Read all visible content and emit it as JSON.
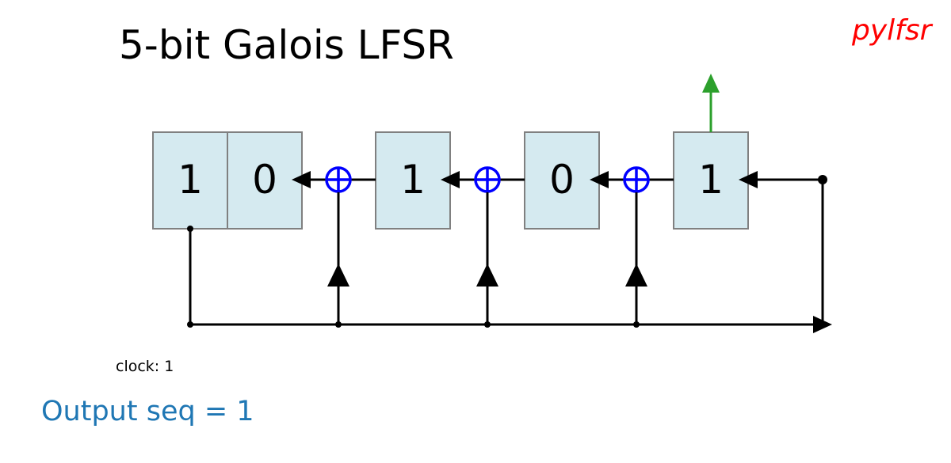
{
  "title": "5-bit Galois LFSR",
  "brand": "pylfsr",
  "clock": {
    "label": "clock:",
    "value": "1"
  },
  "output": {
    "label": "Output seq =",
    "value": "1"
  },
  "registers": [
    "1",
    "0",
    "1",
    "0",
    "1"
  ],
  "colors": {
    "register_fill": "#d5eaf0",
    "register_stroke": "#808080",
    "xor": "#0000ff",
    "output_arrow": "#2ca02c",
    "brand": "#ff0000",
    "output_text": "#1f77b4"
  }
}
